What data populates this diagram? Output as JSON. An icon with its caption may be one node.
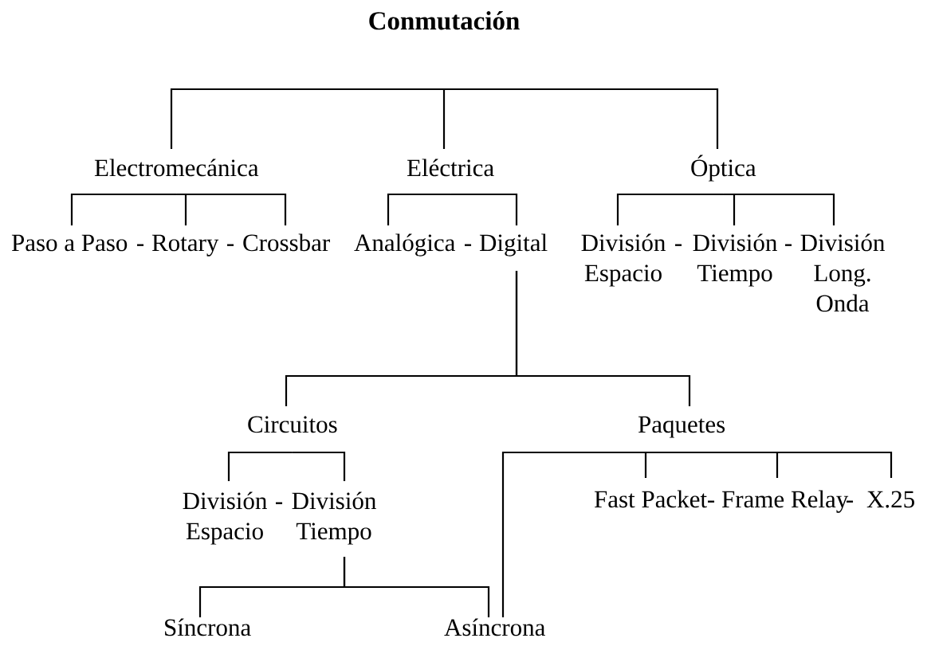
{
  "diagram": {
    "title": "Conmutación",
    "nodes": [
      {
        "text": [
          "Electromecánica"
        ]
      },
      {
        "text": [
          "Eléctrica"
        ]
      },
      {
        "text": [
          "Óptica"
        ]
      },
      {
        "text": [
          "Paso a Paso"
        ]
      },
      {
        "text": [
          "Rotary"
        ]
      },
      {
        "text": [
          "Crossbar"
        ]
      },
      {
        "text": [
          "Analógica"
        ]
      },
      {
        "text": [
          "Digital"
        ]
      },
      {
        "text": [
          "División Espacio"
        ]
      },
      {
        "text": [
          "División Tiempo"
        ]
      },
      {
        "text": [
          "División Long. Onda"
        ]
      },
      {
        "text": [
          "Circuitos"
        ]
      },
      {
        "text": [
          "Paquetes"
        ]
      },
      {
        "text": [
          "División Espacio"
        ]
      },
      {
        "text": [
          "División Tiempo"
        ]
      },
      {
        "text": [
          "Síncrona"
        ]
      },
      {
        "text": [
          "Asíncrona"
        ]
      },
      {
        "text": [
          "Fast Packet"
        ]
      },
      {
        "text": [
          "Frame Relay"
        ]
      },
      {
        "text": [
          "X.25"
        ]
      }
    ],
    "edges": [
      {
        "from": null,
        "to": 0,
        "arrow": "none"
      },
      {
        "from": null,
        "to": 1,
        "arrow": "none"
      },
      {
        "from": null,
        "to": 2,
        "arrow": "none"
      },
      {
        "from": 0,
        "to": 3,
        "arrow": "none"
      },
      {
        "from": 0,
        "to": 4,
        "arrow": "none"
      },
      {
        "from": 0,
        "to": 5,
        "arrow": "none"
      },
      {
        "from": 1,
        "to": 6,
        "arrow": "none"
      },
      {
        "from": 1,
        "to": 7,
        "arrow": "none"
      },
      {
        "from": 2,
        "to": 8,
        "arrow": "none"
      },
      {
        "from": 2,
        "to": 9,
        "arrow": "none"
      },
      {
        "from": 2,
        "to": 10,
        "arrow": "none"
      },
      {
        "from": 7,
        "to": 11,
        "arrow": "none"
      },
      {
        "from": 7,
        "to": 12,
        "arrow": "none"
      },
      {
        "from": 11,
        "to": 13,
        "arrow": "none"
      },
      {
        "from": 11,
        "to": 14,
        "arrow": "none"
      },
      {
        "from": 12,
        "to": 16,
        "arrow": "none"
      },
      {
        "from": 12,
        "to": 17,
        "arrow": "none"
      },
      {
        "from": 12,
        "to": 18,
        "arrow": "none"
      },
      {
        "from": 12,
        "to": 19,
        "arrow": "none"
      },
      {
        "from": 14,
        "to": 15,
        "arrow": "none"
      },
      {
        "from": 14,
        "to": 16,
        "arrow": "none"
      }
    ],
    "labels": [
      "-",
      "-",
      "-",
      "-",
      "-",
      "-",
      "-",
      "-"
    ]
  }
}
